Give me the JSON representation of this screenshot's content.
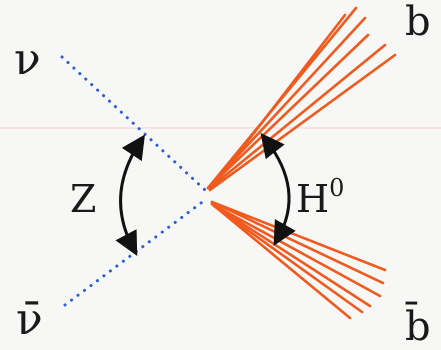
{
  "labels": {
    "nu": "ν",
    "nubar": "ν̄",
    "z": "Z",
    "higgs": "H",
    "higgs_sup": "0",
    "b": "b",
    "bbar": "b̄"
  },
  "colors": {
    "background": "#f7f7f5",
    "neutrino_lines": "#2a5fd6",
    "jets": "#f05a1e",
    "arrows": "#111111",
    "text": "#1a1a1a"
  },
  "icons": {
    "arc_arrows": "double-headed-curved-arrow"
  }
}
